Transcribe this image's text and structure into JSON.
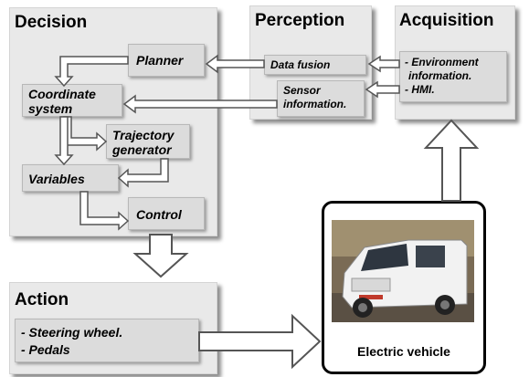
{
  "decision": {
    "title": "Decision",
    "planner": "Planner",
    "coordinate_system": [
      "Coordinate",
      "system"
    ],
    "trajectory_generator": [
      "Trajectory",
      "generator"
    ],
    "variables": "Variables",
    "control": "Control"
  },
  "perception": {
    "title": "Perception",
    "data_fusion": "Data fusion",
    "sensor_information": [
      "Sensor",
      "information."
    ]
  },
  "acquisition": {
    "title": "Acquisition",
    "items": [
      "- Environment",
      "information.",
      "- HMI."
    ]
  },
  "action": {
    "title": "Action",
    "items": [
      "- Steering wheel.",
      "- Pedals"
    ]
  },
  "vehicle": {
    "label": "Electric vehicle"
  },
  "colors": {
    "panel": "#e9e9e9",
    "box": "#dcdcdc",
    "arrow_fill": "#ffffff",
    "arrow_stroke": "#555555"
  }
}
